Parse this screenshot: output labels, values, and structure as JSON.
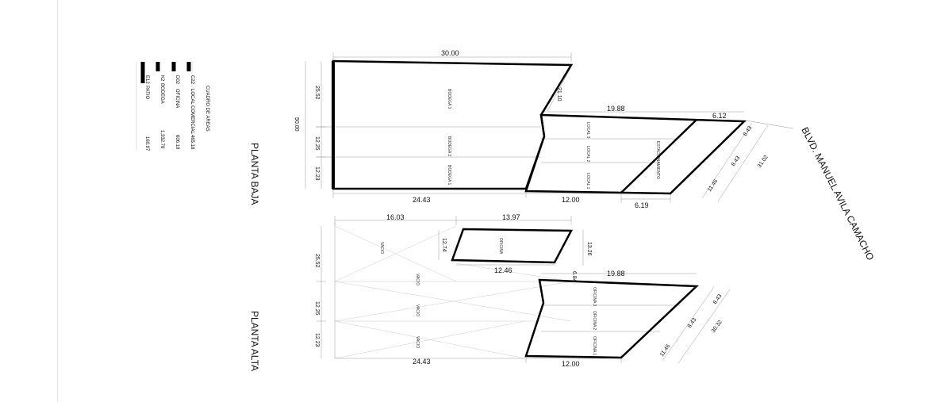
{
  "legend": {
    "title": "CUADRO DE AREAS",
    "items": [
      {
        "code": "C22",
        "label": "LOCAL COMERCIAL",
        "area": "465.18"
      },
      {
        "code": "D02",
        "label": "OFICINA",
        "area": "606.19"
      },
      {
        "code": "K2",
        "label": "BODEGA",
        "area": "1,332.78"
      },
      {
        "code": "E12",
        "label": "PATIO",
        "area": "160.97"
      }
    ]
  },
  "address": "BLVD. MANUEL AVILA CAMACHO",
  "planta_baja": {
    "title": "PLANTA BAJA",
    "dims": {
      "top": "30.00",
      "diag": "21.10",
      "right_top": "19.88",
      "corner": "6.12",
      "bottom_left": "24.43",
      "bottom_mid": "12.00",
      "bottom_right": "6.19",
      "left_a": "25.52",
      "left_b": "12.25",
      "left_c": "12.23",
      "total": "50.00",
      "right_a": "8.43",
      "right_b": "8.43",
      "right_c": "11.46",
      "right_total": "31.02"
    },
    "labels": {
      "bodega3": "BODEGA 3",
      "bodega2": "BODEGA 2",
      "bodega1": "BODEGA 1",
      "local3": "LOCAL 3",
      "local2": "LOCAL 2",
      "local1": "LOCAL 1",
      "estac": "ESTACIONAMIENTO"
    }
  },
  "planta_alta": {
    "title": "PLANTA ALTA",
    "dims": {
      "top_left": "16.03",
      "top_right": "13.97",
      "side_a": "12.74",
      "side_b": "12.46",
      "right_top": "19.88",
      "edge": "13.26",
      "small": "6.84",
      "bottom_left": "24.43",
      "bottom_mid": "12.00",
      "left_a": "25.52",
      "left_b": "12.25",
      "left_c": "12.23",
      "right_a": "8.43",
      "right_b": "8.43",
      "right_c": "11.46",
      "right_total": "30.32"
    },
    "labels": {
      "oficina": "OFICINA",
      "oficina3": "OFICINA 3",
      "oficina2": "OFICINA 2",
      "oficina1": "OFICINA 1",
      "void": "VACIO"
    }
  }
}
